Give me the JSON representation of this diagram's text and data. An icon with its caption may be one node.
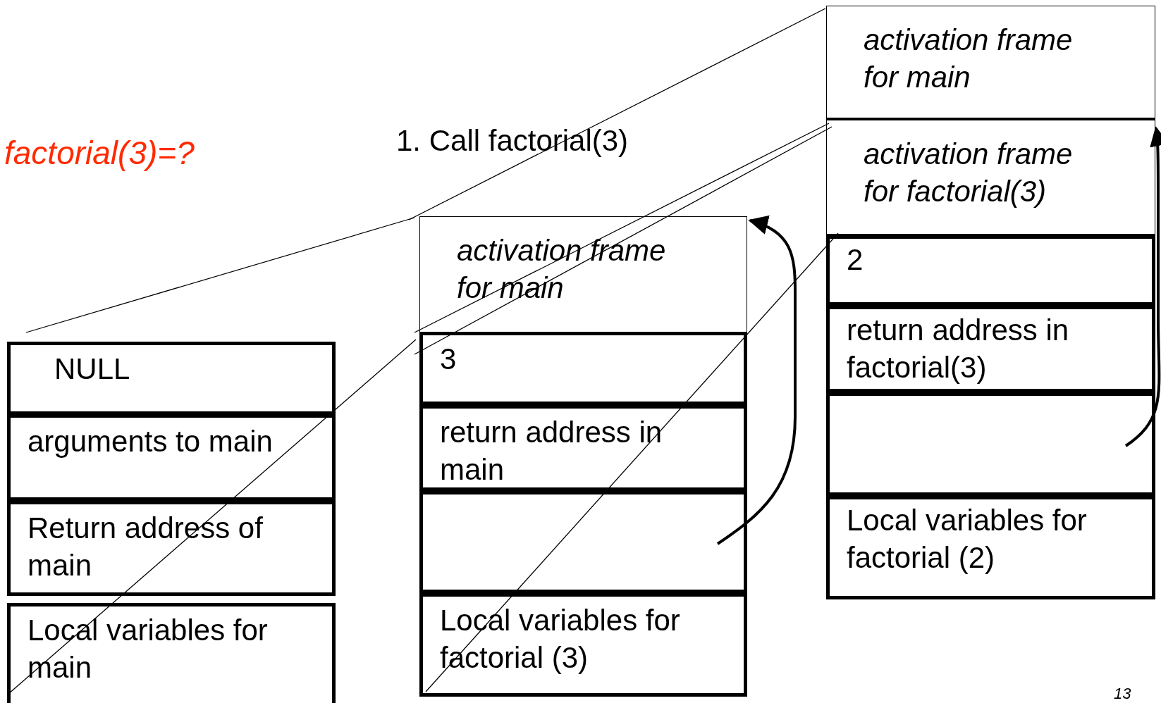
{
  "diagram": {
    "title": "factorial(3)=?",
    "nodes": [
      {
        "text": [
          "NULL"
        ]
      },
      {
        "text": [
          "arguments to main"
        ]
      },
      {
        "text": [
          "Return address of main"
        ]
      },
      {
        "text": [
          "Local variables for main"
        ]
      },
      {
        "text": [
          "activation frame for main"
        ]
      },
      {
        "text": [
          "3"
        ]
      },
      {
        "text": [
          "return address in main"
        ]
      },
      {
        "text": [],
        "shape": "box"
      },
      {
        "text": [
          "Local variables for factorial (3)"
        ]
      },
      {
        "text": [
          "activation frame for main"
        ]
      },
      {
        "text": [
          "activation frame for factorial(3)"
        ]
      },
      {
        "text": [
          "2"
        ]
      },
      {
        "text": [
          "return address in factorial(3)"
        ]
      },
      {
        "text": [],
        "shape": "box"
      },
      {
        "text": [
          "Local variables for factorial (2)"
        ]
      }
    ],
    "edges": [
      {
        "from": 7,
        "to": 4,
        "arrow": "to"
      },
      {
        "from": 13,
        "to": 10,
        "arrow": "to"
      }
    ],
    "labels": [
      "1. Call factorial(3)",
      "13"
    ]
  }
}
